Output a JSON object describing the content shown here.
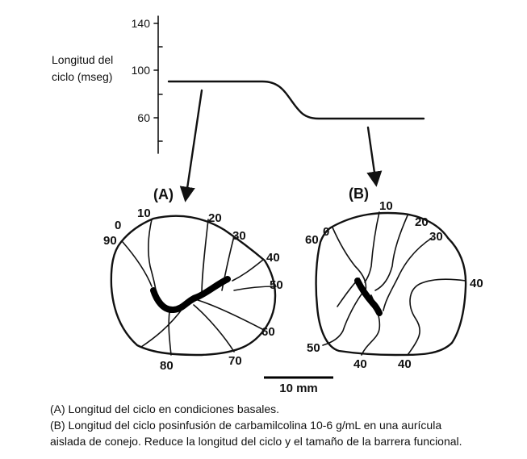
{
  "cycle_chart": {
    "ylabel_line1": "Longitud del",
    "ylabel_line2": "ciclo (mseg)",
    "ticks": [
      "140",
      "100",
      "60"
    ]
  },
  "panel_a": {
    "label": "(A)",
    "isochrones": [
      "0",
      "10",
      "20",
      "30",
      "40",
      "50",
      "60",
      "70",
      "80",
      "90"
    ]
  },
  "panel_b": {
    "label": "(B)",
    "isochrones": [
      "0",
      "10",
      "20",
      "30",
      "40",
      "40",
      "40",
      "50",
      "60"
    ]
  },
  "scale_bar": {
    "label": "10 mm"
  },
  "caption": {
    "line1": "(A) Longitud del ciclo en condiciones basales.",
    "line2": "(B) Longitud del ciclo posinfusión de carbamilcolina 10-6 g/mL en una aurícula",
    "line3": "aislada de conejo. Reduce la longitud del ciclo y el tamaño de la barrera funcional."
  }
}
